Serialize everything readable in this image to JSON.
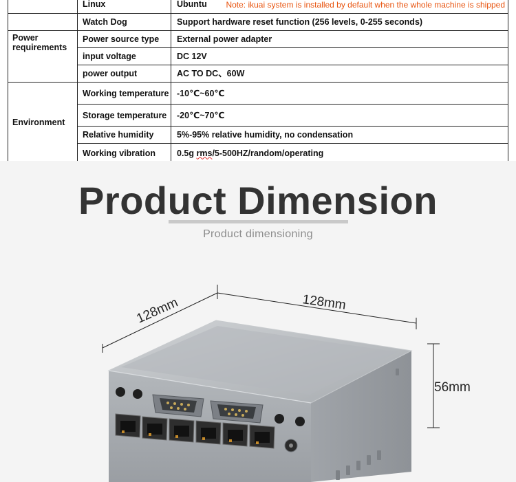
{
  "specs": {
    "note": "Note: ikuai system is installed by default when the whole machine is shipped",
    "rows": [
      {
        "label": "Linux",
        "value": "Ubuntu"
      },
      {
        "label": "Watch Dog",
        "value": "Support hardware reset function (256 levels, 0-255 seconds)"
      }
    ],
    "power": {
      "group": "Power requirements",
      "rows": [
        {
          "label": "Power source type",
          "value": "External power adapter"
        },
        {
          "label": "input voltage",
          "value": "DC 12V"
        },
        {
          "label": "power output",
          "value": "AC TO DC、60W"
        }
      ]
    },
    "environment": {
      "group": "Environment",
      "rows": [
        {
          "label": "Working temperature",
          "value": "-10℃~60℃"
        },
        {
          "label": "Storage temperature",
          "value": "-20℃~70℃"
        },
        {
          "label": "Relative humidity",
          "value": "5%-95% relative humidity, no condensation"
        },
        {
          "label": "Working vibration",
          "value_prefix": "0.5g ",
          "value_wavy": "rms",
          "value_suffix": "/5-500HZ/random/operating"
        }
      ]
    }
  },
  "dimension": {
    "title": "Product Dimension",
    "subtitle": "Product dimensioning",
    "width_label": "128mm",
    "depth_label": "128mm",
    "height_label": "56mm",
    "colors": {
      "chassis_top": "#b9bdc1",
      "chassis_front": "#a3a8ad",
      "port": "#3b3b3b",
      "accent_title": "#333333"
    }
  }
}
